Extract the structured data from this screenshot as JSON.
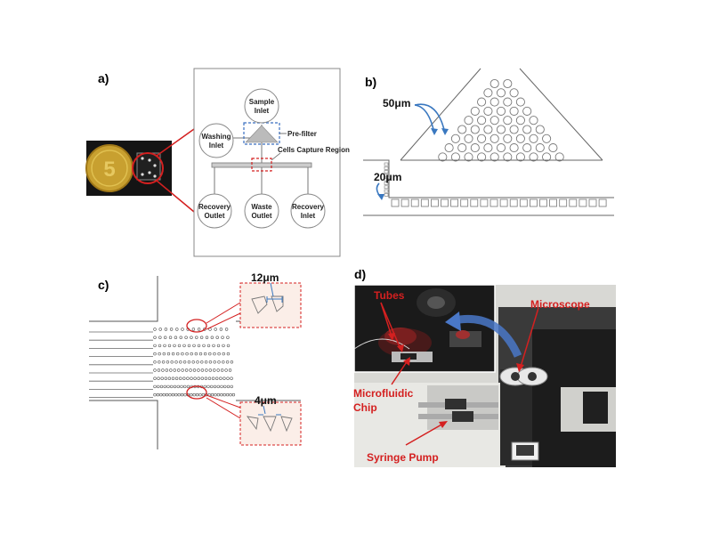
{
  "panels": {
    "a": {
      "label": "a)",
      "coin_numeral": "5",
      "inlets": {
        "sample": [
          "Sample",
          "Inlet"
        ],
        "washing": [
          "Washing",
          "Inlet"
        ],
        "recovery_outlet": [
          "Recovery",
          "Outlet"
        ],
        "waste_outlet": [
          "Waste",
          "Outlet"
        ],
        "recovery_inlet": [
          "Recovery",
          "Inlet"
        ]
      },
      "prefilter_label": "Pre-filter",
      "capture_label": "Cells Capture Region"
    },
    "b": {
      "label": "b)",
      "dim_large": "50μm",
      "dim_small": "20μm"
    },
    "c": {
      "label": "c)",
      "dim_top": "12μm",
      "dim_bottom": "4μm"
    },
    "d": {
      "label": "d)",
      "tubes": "Tubes",
      "microscope": "Microscope",
      "chip": [
        "Microfluidic",
        "Chip"
      ],
      "syringe_pump": "Syringe Pump"
    }
  },
  "colors": {
    "accent_red": "#d42020",
    "arrow_blue": "#3a78c0",
    "line_gray": "#555555",
    "coin_gold": "#c8a030"
  }
}
